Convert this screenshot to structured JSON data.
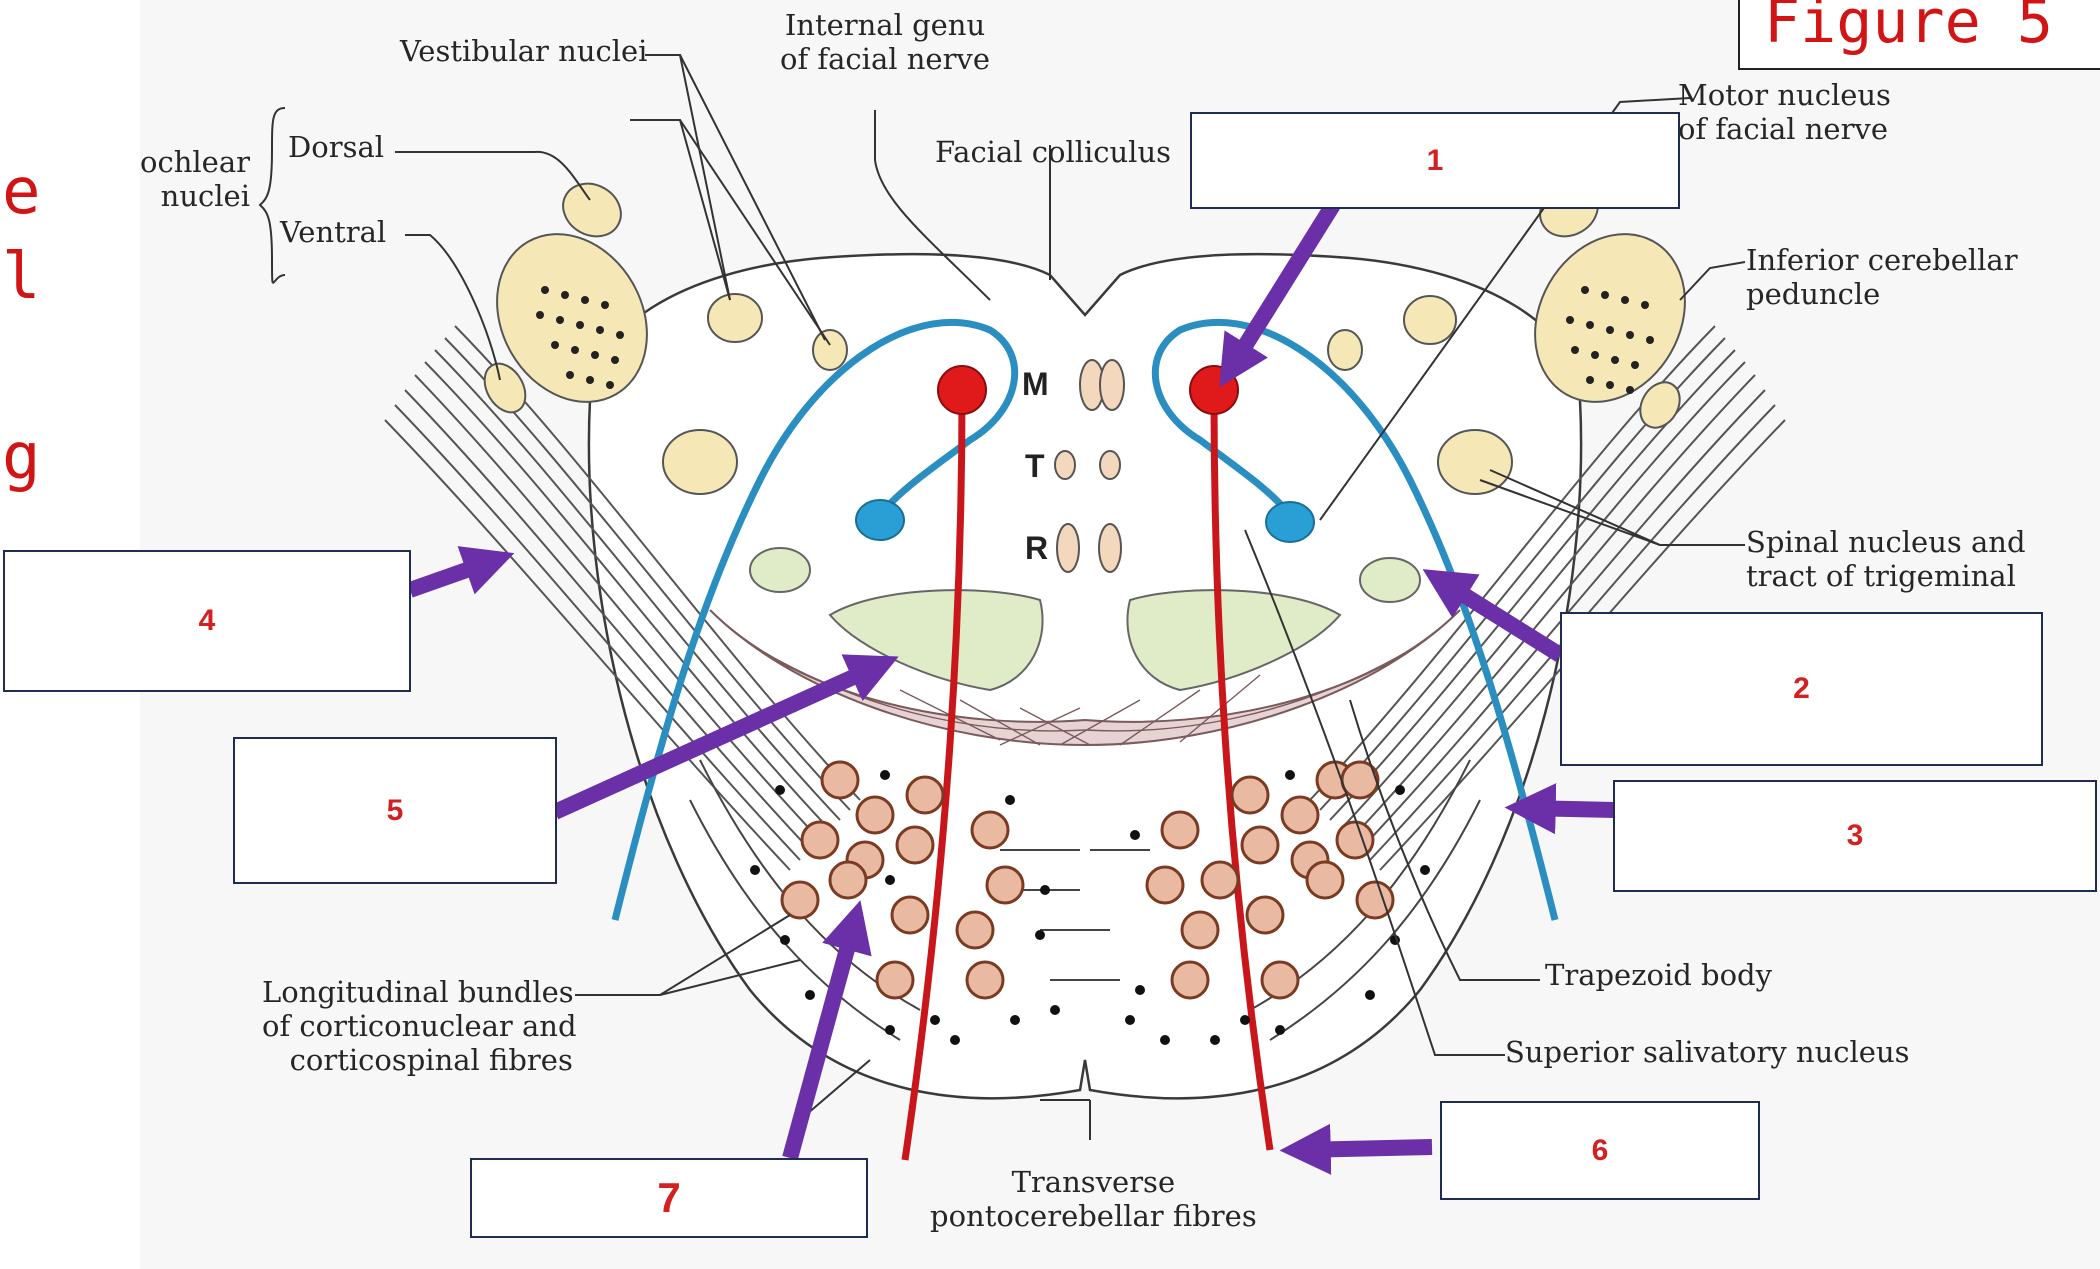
{
  "figure_title": "Figure 5",
  "side_letters": [
    "e",
    "l",
    "g"
  ],
  "labels": {
    "vestibular_nuclei": "Vestibular nuclei",
    "internal_genu": "Internal genu\nof facial nerve",
    "cochlear_nuclei": "ochlear\n nuclei",
    "dorsal": "Dorsal",
    "ventral": "Ventral",
    "facial_colliculus": "Facial colliculus",
    "motor_nucleus": "Motor nucleus\nof facial nerve",
    "inferior_cerebellar": "Inferior cerebellar\npeduncle",
    "spinal_nucleus": "Spinal nucleus and\ntract of trigeminal",
    "trapezoid_body": "Trapezoid body",
    "superior_salivatory": "Superior salivatory nucleus",
    "longitudinal_bundles": "Longitudinal bundles\nof corticonuclear and\n   corticospinal fibres",
    "transverse_fibres": "Transverse\npontocerebellar fibres"
  },
  "mtr": [
    "M",
    "T",
    "R"
  ],
  "answer_boxes": [
    "1",
    "2",
    "3",
    "4",
    "5",
    "6",
    "7"
  ],
  "colors": {
    "arrow": "#6b2fa8",
    "box_number": "#d42020",
    "nerve_blue": "#2a8fc0",
    "fibre_red": "#c8161b",
    "nucleus_fill": "#f5e7b6",
    "green_fill": "#e0ebc8"
  }
}
